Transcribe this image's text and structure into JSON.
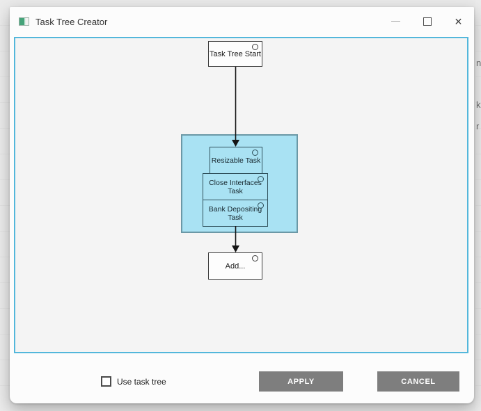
{
  "window": {
    "title": "Task Tree Creator",
    "minimize_glyph": "—",
    "close_glyph": "✕"
  },
  "diagram": {
    "start_label": "Task Tree Start",
    "group_tasks": [
      {
        "label": "Resizable Task"
      },
      {
        "label": "Close Interfaces Task"
      },
      {
        "label": "Bank Depositing Task"
      }
    ],
    "add_label": "Add..."
  },
  "footer": {
    "checkbox_label": "Use task tree",
    "checkbox_checked": false,
    "apply_label": "APPLY",
    "cancel_label": "CANCEL"
  },
  "colors": {
    "canvas_border": "#53b7db",
    "group_fill": "#a9e2f3",
    "group_border": "#6b98a6",
    "task_border": "#2e4f5a",
    "node_border": "#3c3c3c",
    "button_bg": "#7e7e7e",
    "icon_green": "#45a379"
  },
  "background_fragments": {
    "a": "n",
    "b": "k",
    "c": "r"
  }
}
